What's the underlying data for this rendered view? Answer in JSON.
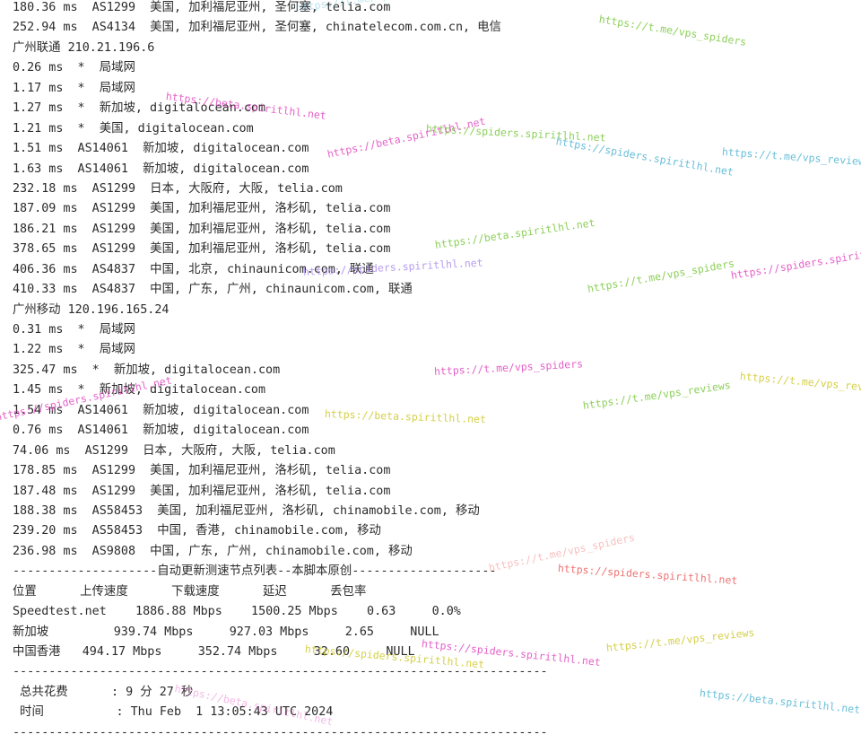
{
  "terminal": {
    "lines": [
      "180.36 ms  AS1299  美国, 加利福尼亚州, 圣何塞, telia.com",
      "252.94 ms  AS4134  美国, 加利福尼亚州, 圣何塞, chinatelecom.com.cn, 电信",
      "广州联通 210.21.196.6",
      "0.26 ms  *  局域网",
      "1.17 ms  *  局域网",
      "1.27 ms  *  新加坡, digitalocean.com",
      "1.21 ms  *  美国, digitalocean.com",
      "1.51 ms  AS14061  新加坡, digitalocean.com",
      "1.63 ms  AS14061  新加坡, digitalocean.com",
      "232.18 ms  AS1299  日本, 大阪府, 大阪, telia.com",
      "187.09 ms  AS1299  美国, 加利福尼亚州, 洛杉矶, telia.com",
      "186.21 ms  AS1299  美国, 加利福尼亚州, 洛杉矶, telia.com",
      "378.65 ms  AS1299  美国, 加利福尼亚州, 洛杉矶, telia.com",
      "406.36 ms  AS4837  中国, 北京, chinaunicom.com, 联通",
      "410.33 ms  AS4837  中国, 广东, 广州, chinaunicom.com, 联通",
      "广州移动 120.196.165.24",
      "0.31 ms  *  局域网",
      "1.22 ms  *  局域网",
      "325.47 ms  *  新加坡, digitalocean.com",
      "1.45 ms  *  新加坡, digitalocean.com",
      "1.54 ms  AS14061  新加坡, digitalocean.com",
      "0.76 ms  AS14061  新加坡, digitalocean.com",
      "74.06 ms  AS1299  日本, 大阪府, 大阪, telia.com",
      "178.85 ms  AS1299  美国, 加利福尼亚州, 洛杉矶, telia.com",
      "187.48 ms  AS1299  美国, 加利福尼亚州, 洛杉矶, telia.com",
      "188.38 ms  AS58453  美国, 加利福尼亚州, 洛杉矶, chinamobile.com, 移动",
      "239.20 ms  AS58453  中国, 香港, chinamobile.com, 移动",
      "236.98 ms  AS9808  中国, 广东, 广州, chinamobile.com, 移动",
      "--------------------自动更新测速节点列表--本脚本原创--------------------",
      "位置      上传速度      下载速度      延迟      丢包率",
      "Speedtest.net    1886.88 Mbps    1500.25 Mbps    0.63     0.0%",
      "新加坡         939.74 Mbps     927.03 Mbps     2.65     NULL",
      "中国香港   494.17 Mbps     352.74 Mbps     32.60     NULL",
      "--------------------------------------------------------------------------",
      " 总共花费      : 9 分 27 秒",
      " 时间          : Thu Feb  1 13:05:43 UTC 2024",
      "--------------------------------------------------------------------------"
    ]
  },
  "watermarks": [
    {
      "text": "https://beta.spiritlhl.net",
      "color": "pink"
    },
    {
      "text": "https://spiders.spiritlhl.net",
      "color": "yellow"
    },
    {
      "text": "https://t.me/vps_spiders",
      "color": "green"
    },
    {
      "text": "https://t.me/vps_reviews",
      "color": "blue"
    },
    {
      "text": "https://spiders.spiritlhl.net",
      "color": "red"
    },
    {
      "text": "https://spiders.spiritlhl.net",
      "color": "lavender"
    }
  ]
}
